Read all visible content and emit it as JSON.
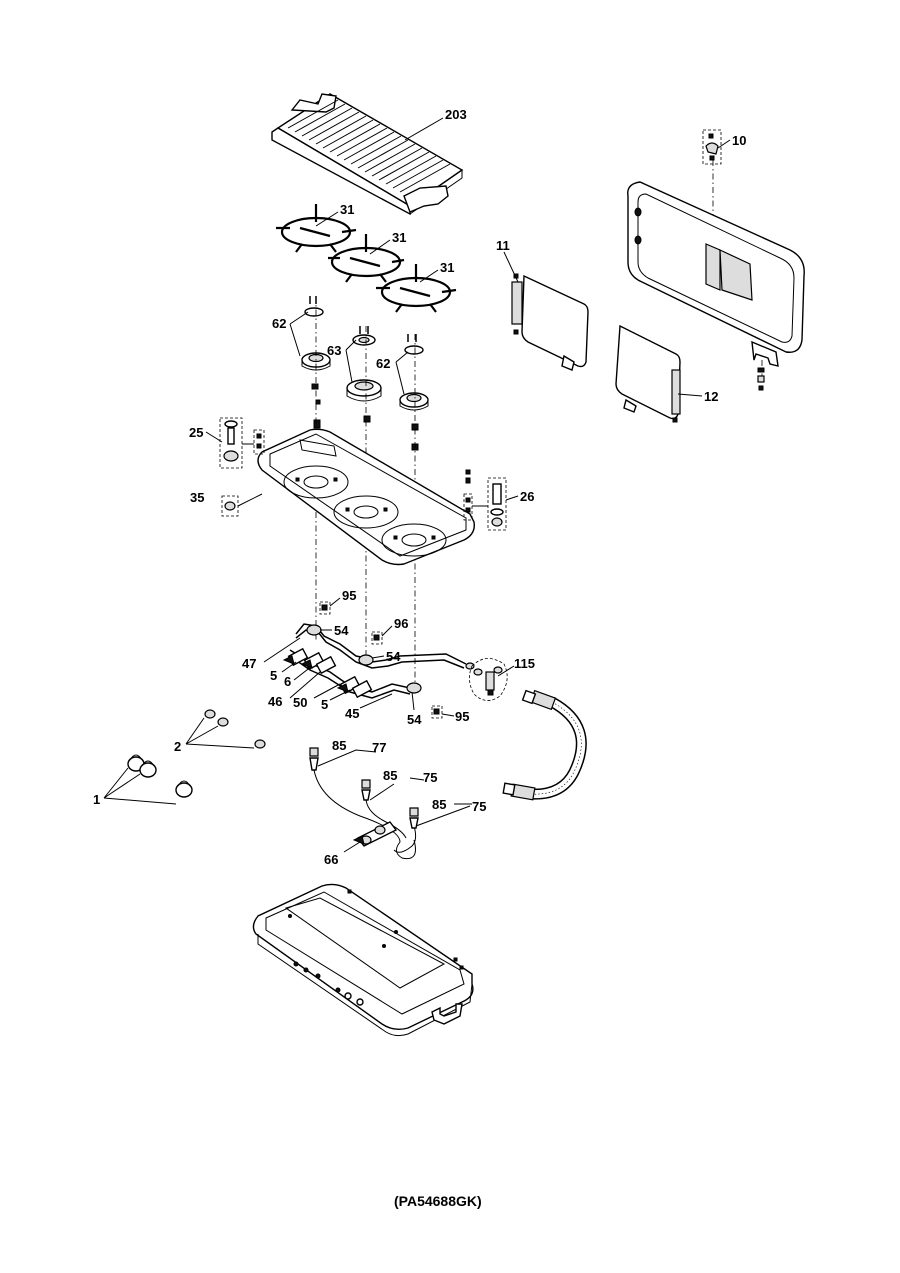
{
  "diagram": {
    "drawing_code": "(PA54688GK)",
    "labels": {
      "p203": "203",
      "p10": "10",
      "p31a": "31",
      "p31b": "31",
      "p31c": "31",
      "p11": "11",
      "p62a": "62",
      "p63": "63",
      "p62b": "62",
      "p12": "12",
      "p25": "25",
      "p35": "35",
      "p26": "26",
      "p95a": "95",
      "p54a": "54",
      "p96": "96",
      "p47": "47",
      "p54b": "54",
      "p115": "115",
      "p5a": "5",
      "p6": "6",
      "p46": "46",
      "p50": "50",
      "p5b": "5",
      "p45": "45",
      "p54c": "54",
      "p95b": "95",
      "p2": "2",
      "p85a": "85",
      "p77": "77",
      "p85b": "85",
      "p75a": "75",
      "p1": "1",
      "p85c": "85",
      "p75b": "75",
      "p66": "66"
    }
  }
}
